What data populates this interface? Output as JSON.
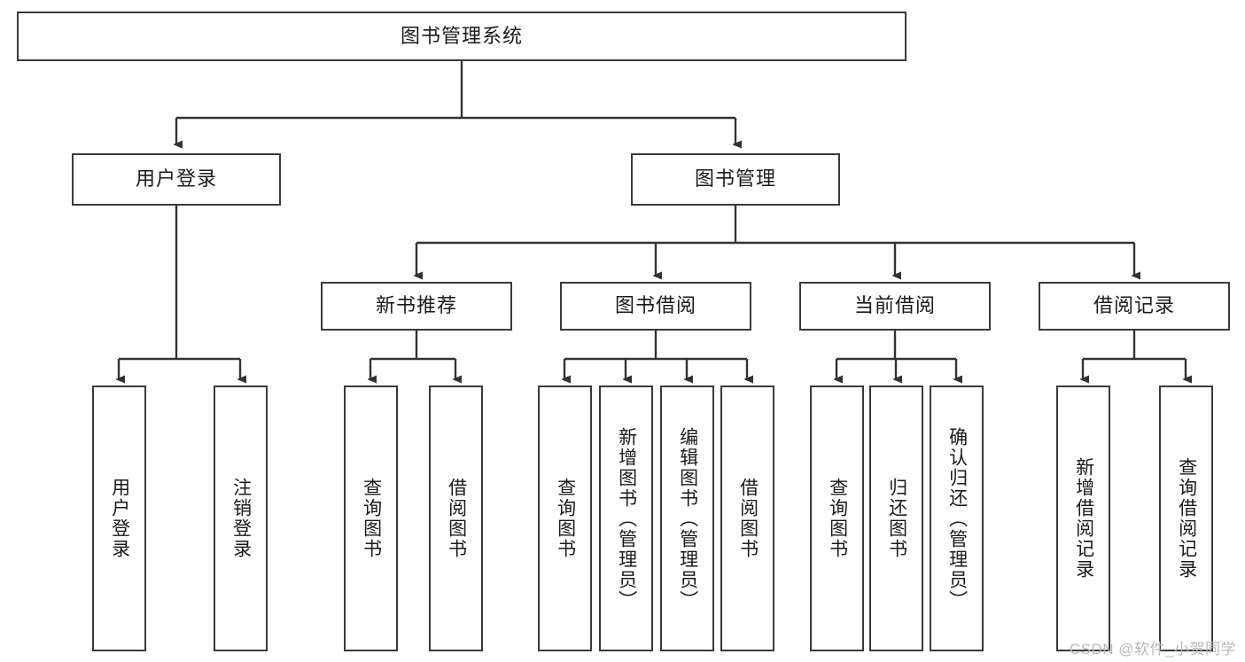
{
  "diagram": {
    "title": "图书管理系统",
    "type": "tree-flowchart",
    "colors": {
      "box_border": "#3a3a3a",
      "box_fill": "#ffffff",
      "line": "#333333",
      "text": "#1a1a1a",
      "watermark": "#b9b9b9"
    },
    "levels": {
      "root": {
        "label": "图书管理系统"
      },
      "level2": [
        {
          "id": "user-login",
          "label": "用户登录"
        },
        {
          "id": "book-management",
          "label": "图书管理"
        }
      ],
      "level3": [
        {
          "id": "new-book-recommend",
          "label": "新书推荐"
        },
        {
          "id": "book-borrow",
          "label": "图书借阅"
        },
        {
          "id": "current-borrow",
          "label": "当前借阅"
        },
        {
          "id": "borrow-record",
          "label": "借阅记录"
        }
      ],
      "leaves": {
        "user_login": [
          {
            "id": "leaf-user-login",
            "label": "用户登录"
          },
          {
            "id": "leaf-logout-login",
            "label": "注销登录"
          }
        ],
        "new_book_recommend": [
          {
            "id": "leaf-query-book-1",
            "label": "查询图书"
          },
          {
            "id": "leaf-borrow-book-1",
            "label": "借阅图书"
          }
        ],
        "book_borrow": [
          {
            "id": "leaf-query-book-2",
            "label": "查询图书"
          },
          {
            "id": "leaf-add-book",
            "label": "新增图书（管理员）"
          },
          {
            "id": "leaf-edit-book",
            "label": "编辑图书（管理员）"
          },
          {
            "id": "leaf-borrow-book-2",
            "label": "借阅图书"
          }
        ],
        "current_borrow": [
          {
            "id": "leaf-query-book-3",
            "label": "查询图书"
          },
          {
            "id": "leaf-return-book",
            "label": "归还图书"
          },
          {
            "id": "leaf-confirm-return",
            "label": "确认归还（管理员）"
          }
        ],
        "borrow_record": [
          {
            "id": "leaf-add-borrow-record",
            "label": "新增借阅记录"
          },
          {
            "id": "leaf-query-borrow-record",
            "label": "查询借阅记录"
          }
        ]
      }
    },
    "watermark": "CSDN @软件_小贺同学"
  }
}
